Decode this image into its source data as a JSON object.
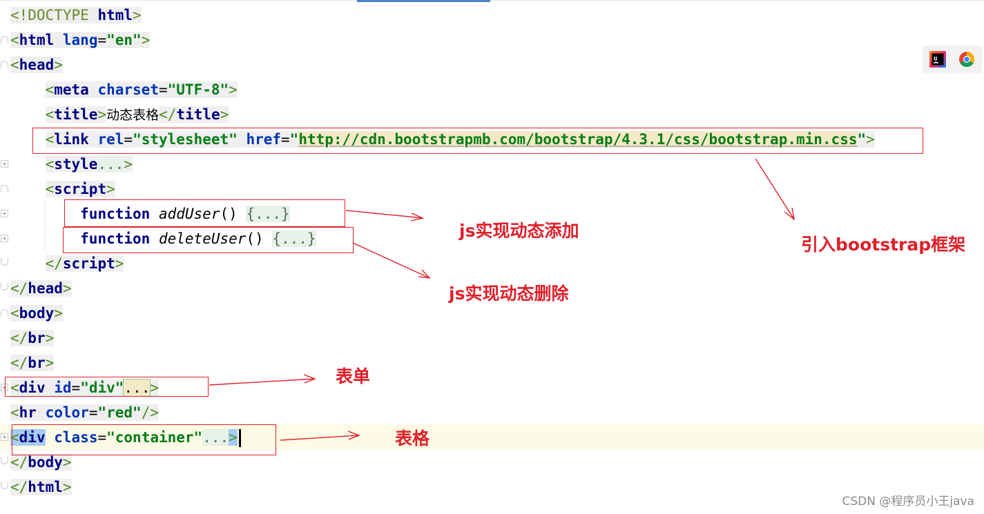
{
  "editor": {
    "lines": {
      "doctype_open": "<!DOCTYPE",
      "doctype_html": "html",
      "doctype_close": ">",
      "html_open": "<",
      "html_tag": "html",
      "html_lang_attr": "lang",
      "html_lang_eq": "=",
      "html_lang_val": "\"en\"",
      "html_close": ">",
      "head_open": "<",
      "head_tag": "head",
      "head_close": ">",
      "meta_open": "<",
      "meta_tag": "meta",
      "meta_attr": "charset",
      "meta_eq": "=",
      "meta_val": "\"UTF-8\"",
      "meta_close": ">",
      "title_open": "<",
      "title_tag": "title",
      "title_mid_close": ">",
      "title_text": "动态表格",
      "title_end_open": "</",
      "title_end_tag": "title",
      "title_end_close": ">",
      "link_open": "<",
      "link_tag": "link",
      "link_rel_attr": "rel",
      "link_rel_eq": "=",
      "link_rel_val": "\"stylesheet\"",
      "link_href_attr": "href",
      "link_href_eq": "=",
      "link_href_q1": "\"",
      "link_href_url": "http://cdn.bootstrapmb.com/bootstrap/4.3.1/css/bootstrap.min.css",
      "link_href_q2": "\"",
      "link_close": ">",
      "style_open": "<",
      "style_tag": "style",
      "style_fold": "...",
      "style_close": ">",
      "script_open": "<",
      "script_tag": "script",
      "script_close": ">",
      "fn1_kw": "function",
      "fn1_name": "addUser",
      "fn1_parens": "()",
      "fn1_fold": "{...}",
      "fn2_kw": "function",
      "fn2_name": "deleteUser",
      "fn2_parens": "()",
      "fn2_fold": "{...}",
      "script_end_open": "</",
      "script_end_tag": "script",
      "script_end_close": ">",
      "head_end_open": "</",
      "head_end_tag": "head",
      "head_end_close": ">",
      "body_open": "<",
      "body_tag": "body",
      "body_close": ">",
      "br1_open": "</",
      "br1_tag": "br",
      "br1_close": ">",
      "br2_open": "</",
      "br2_tag": "br",
      "br2_close": ">",
      "div1_open": "<",
      "div1_tag": "div",
      "div1_attr": "id",
      "div1_eq": "=",
      "div1_val": "\"div\"",
      "div1_fold": "...",
      "div1_close": ">",
      "hr_open": "<",
      "hr_tag": "hr",
      "hr_attr": "color",
      "hr_eq": "=",
      "hr_val": "\"red\"",
      "hr_close": "/>",
      "div2_open": "<",
      "div2_tag": "div",
      "div2_attr": "class",
      "div2_eq": "=",
      "div2_val": "\"container\"",
      "div2_fold": "...",
      "div2_close": ">",
      "body_end_open": "</",
      "body_end_tag": "body",
      "body_end_close": ">",
      "html_end_open": "</",
      "html_end_tag": "html",
      "html_end_close": ">"
    }
  },
  "annotations": {
    "js_add": "js实现动态添加",
    "js_delete": "js实现动态删除",
    "bootstrap": "引入bootstrap框架",
    "form": "表单",
    "table": "表格"
  },
  "icons": {
    "ide": "intellij-idea-icon",
    "browser": "chrome-icon"
  },
  "watermark": "CSDN @程序员小王java",
  "colors": {
    "annotation_red": "#e0202a",
    "tag_navy": "#000080",
    "string_green": "#067d17",
    "current_line": "#fdfbe5",
    "tab_indicator": "#4a86c8"
  }
}
